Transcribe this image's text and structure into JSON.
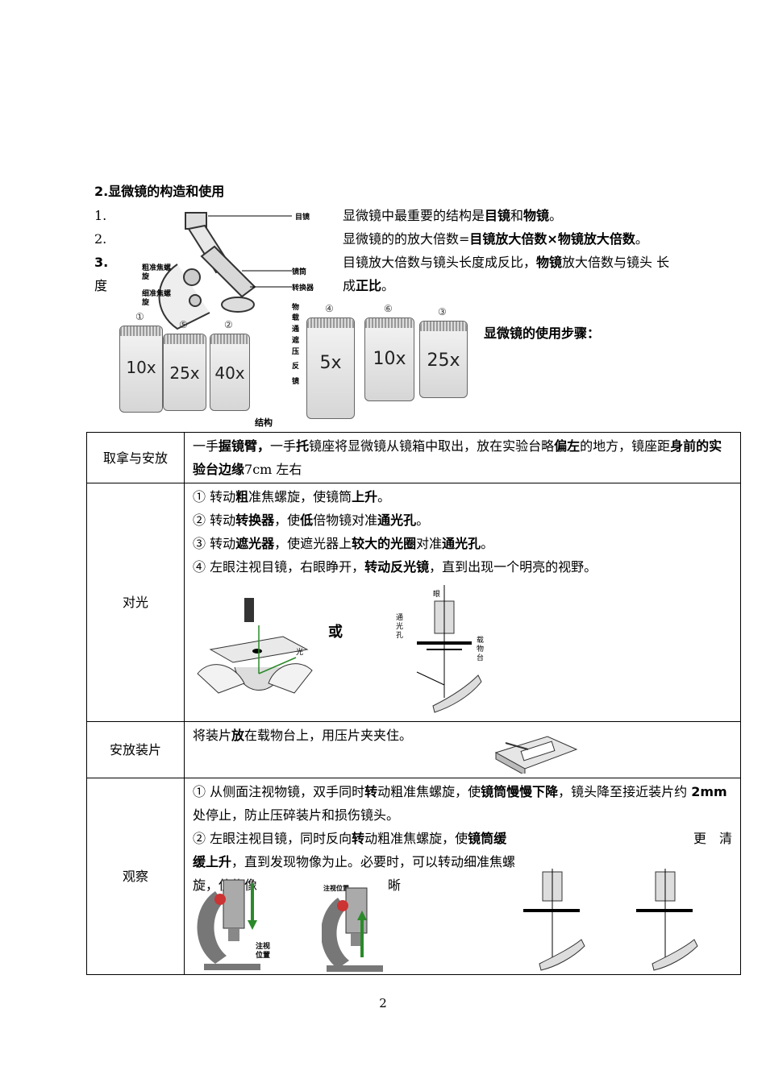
{
  "section_title": "2.显微镜的构造和使用",
  "list": [
    {
      "num": "1.",
      "parts": [
        {
          "t": "显微镜中最重要的结构是"
        },
        {
          "t": "目镜",
          "b": true
        },
        {
          "t": "和"
        },
        {
          "t": "物镜",
          "b": true
        },
        {
          "t": "。"
        }
      ]
    },
    {
      "num": "2.",
      "parts": [
        {
          "t": "显微镜的的放大倍数="
        },
        {
          "t": "目镜放大倍数×物镜放大倍数",
          "b": true
        },
        {
          "t": "。"
        }
      ]
    },
    {
      "num": "3.",
      "parts": [
        {
          "t": "目镜放大倍数与镜头长度成反比，"
        },
        {
          "t": "物镜",
          "b": true
        },
        {
          "t": "放大倍数与镜头 长"
        }
      ]
    },
    {
      "num": "度",
      "parts": [
        {
          "t": "成"
        },
        {
          "t": "正比",
          "b": true
        },
        {
          "t": "。"
        }
      ]
    }
  ],
  "microscope_labels": {
    "eyepiece": "目镜",
    "tube": "镜筒",
    "converter": "转换器",
    "coarse": "粗准焦螺旋",
    "fine": "细准焦螺旋",
    "stage1": "物",
    "stage2": "载",
    "hole": "通",
    "shade": "遮",
    "clip": "压",
    "reflector": "反",
    "mirror": "镜",
    "caption": "结构"
  },
  "lenses": [
    {
      "mark": "①",
      "mag": "10x"
    },
    {
      "mark": "⑤",
      "mag": "25x"
    },
    {
      "mark": "②",
      "mag": "40x"
    },
    {
      "mark": "④",
      "mag": "5x"
    },
    {
      "mark": "⑥",
      "mag": "10x"
    },
    {
      "mark": "③",
      "mag": "25x"
    }
  ],
  "steps_title": "显微镜的使用步骤：",
  "rows": [
    {
      "label": "取拿与安放",
      "paras": [
        [
          {
            "t": "一手"
          },
          {
            "t": "握",
            "b": true
          },
          {
            "t": "镜臂，",
            "b": true
          },
          {
            "t": "一手"
          },
          {
            "t": "托",
            "b": true
          },
          {
            "t": "镜座将显微镜从镜箱中取出，放在实验台略"
          },
          {
            "t": "偏左",
            "b": true
          },
          {
            "t": "的地方，镜座距"
          },
          {
            "t": "身前的实验台边缘",
            "b": true
          },
          {
            "t": "7cm 左右"
          }
        ]
      ]
    },
    {
      "label": "对光",
      "paras": [
        [
          {
            "t": "① 转动"
          },
          {
            "t": "粗",
            "b": true
          },
          {
            "t": "准焦螺旋，使镜筒"
          },
          {
            "t": "上升",
            "b": true
          },
          {
            "t": "。"
          }
        ],
        [
          {
            "t": "② 转动"
          },
          {
            "t": "转换器",
            "b": true
          },
          {
            "t": "，使"
          },
          {
            "t": "低",
            "b": true
          },
          {
            "t": "倍物镜对准"
          },
          {
            "t": "通光孔",
            "b": true
          },
          {
            "t": "。"
          }
        ],
        [
          {
            "t": "③ 转动"
          },
          {
            "t": "遮光器",
            "b": true
          },
          {
            "t": "，使遮光器上"
          },
          {
            "t": "较大的光圈",
            "b": true
          },
          {
            "t": "对准"
          },
          {
            "t": "通光孔",
            "b": true
          },
          {
            "t": "。"
          }
        ],
        [
          {
            "t": "④ 左眼注视目镜，右眼睁开，"
          },
          {
            "t": "转动反光镜",
            "b": true
          },
          {
            "t": "，直到出现一个明亮的视野。"
          }
        ]
      ],
      "or": "或",
      "fig_labels": {
        "light": "光",
        "eye": "眼",
        "hole": "通光孔",
        "stage": "载物台"
      }
    },
    {
      "label": "安放装片",
      "paras": [
        [
          {
            "t": "将装片"
          },
          {
            "t": "放",
            "b": true
          },
          {
            "t": "在载物台上，用压片夹夹住。"
          }
        ]
      ]
    },
    {
      "label": "观察",
      "paras": [
        [
          {
            "t": "① 从侧面注视物镜，双手同时"
          },
          {
            "t": "转",
            "b": true
          },
          {
            "t": "动粗准焦螺旋，使"
          },
          {
            "t": "镜筒慢慢下降",
            "b": true
          },
          {
            "t": "，镜头降至接近装片约 "
          },
          {
            "t": "2mm",
            "b": true
          },
          {
            "t": " 处停止，防止压碎装片和损伤镜头。"
          }
        ],
        [
          {
            "t": "② 左眼注视目镜，同时反向"
          },
          {
            "t": "转",
            "b": true
          },
          {
            "t": "动粗准焦螺旋，使"
          },
          {
            "t": "镜筒缓缓上升",
            "b": true
          },
          {
            "t": "，直到发现物像为止。必要时，可以转动细准焦螺旋，使物像"
          }
        ]
      ],
      "tail1": "更　清",
      "tail2": "晰",
      "fig_labels": {
        "watch": "注视位置",
        "watch2": "注视\n位置"
      }
    }
  ],
  "page_number": "2"
}
